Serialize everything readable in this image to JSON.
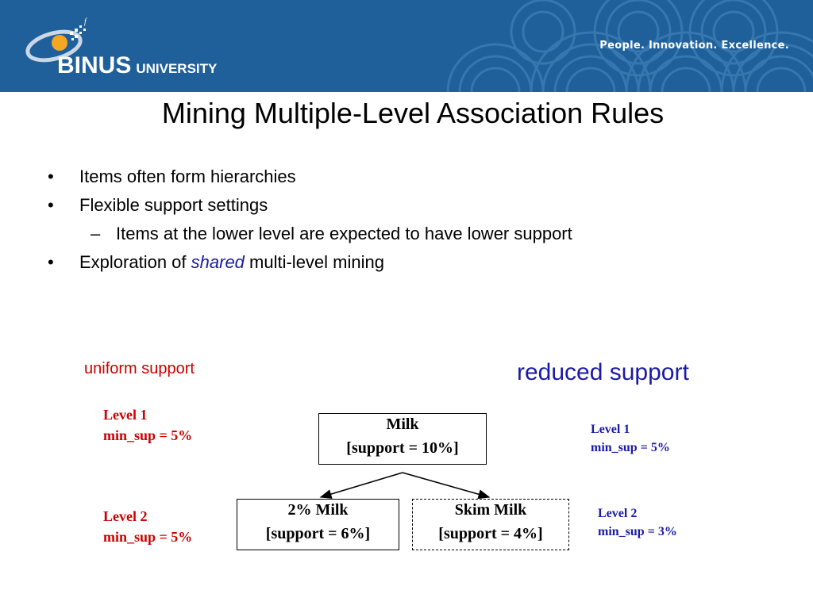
{
  "header": {
    "logo_brand": "BINUS",
    "logo_suffix": "UNIVERSITY",
    "tagline": "People. Innovation. Excellence.",
    "background_color": "#1f5f9a"
  },
  "slide": {
    "title": "Mining Multiple-Level Association Rules",
    "bullets": [
      "Items often form hierarchies",
      "Flexible support settings"
    ],
    "sub_bullet": "Items at the lower level are expected to have lower support",
    "bullet3_prefix": "Exploration of ",
    "bullet3_emphasis": "shared",
    "bullet3_suffix": " multi-level mining",
    "bullet_mark": "•",
    "sub_mark": "–"
  },
  "diagram": {
    "uniform_label": "uniform support",
    "reduced_label": "reduced support",
    "uniform_levels": [
      {
        "level": "Level 1",
        "min_sup": "min_sup = 5%"
      },
      {
        "level": "Level 2",
        "min_sup": "min_sup = 5%"
      }
    ],
    "reduced_levels": [
      {
        "level": "Level 1",
        "min_sup": "min_sup = 5%"
      },
      {
        "level": "Level 2",
        "min_sup": "min_sup = 3%"
      }
    ],
    "nodes": {
      "root": {
        "name": "Milk",
        "support": "[support = 10%]"
      },
      "left": {
        "name": "2% Milk",
        "support": "[support = 6%]"
      },
      "right": {
        "name": "Skim Milk",
        "support": "[support = 4%]"
      }
    },
    "colors": {
      "uniform": "#cc0000",
      "reduced": "#1a1aa6"
    }
  }
}
